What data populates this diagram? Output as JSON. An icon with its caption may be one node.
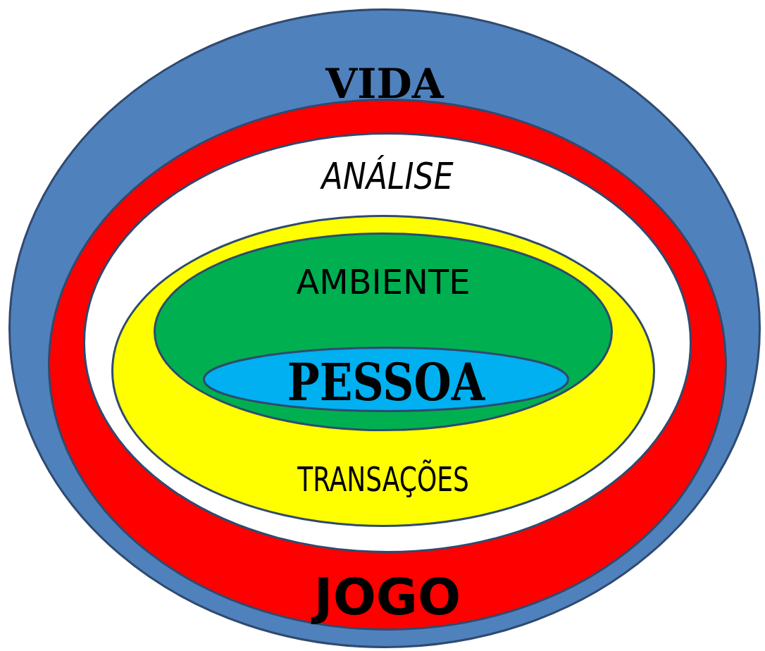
{
  "diagram": {
    "nodes": [
      {
        "text": [
          "VIDA"
        ]
      },
      {
        "text": [
          "JOGO"
        ],
        "in": 0
      },
      {
        "text": [
          "ANÁLISE"
        ],
        "in": 1
      },
      {
        "text": [
          "TRANSAÇÕES"
        ],
        "in": 2
      },
      {
        "text": [
          "AMBIENTE"
        ],
        "in": 3
      },
      {
        "text": [
          "PESSOA"
        ],
        "in": 4
      }
    ]
  }
}
